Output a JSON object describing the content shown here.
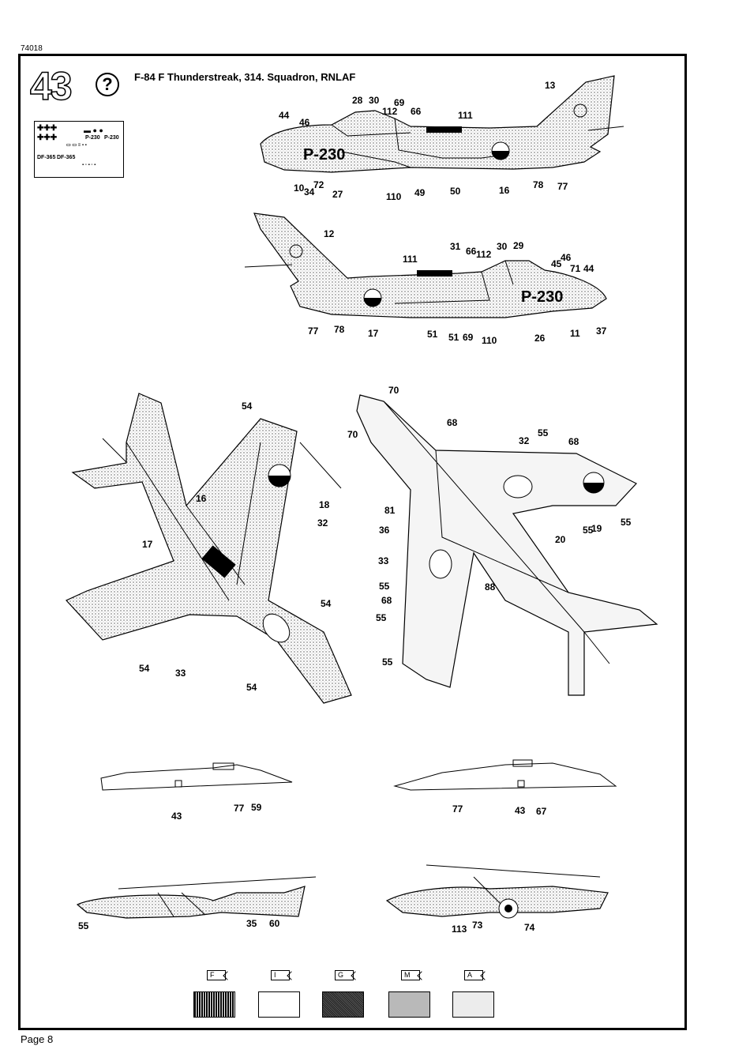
{
  "doc_code": "74018",
  "step": "43",
  "help_symbol": "?",
  "title": "F-84 F Thunderstreak, 314. Squadron, RNLAF",
  "page_label": "Page 8",
  "serial": "P-230",
  "decal_sheet": {
    "codes": [
      "P-230",
      "P-230",
      "DF-365",
      "DF-365"
    ]
  },
  "views": {
    "left_side": [
      "44",
      "46",
      "28",
      "30",
      "112",
      "69",
      "66",
      "111",
      "13",
      "10",
      "34",
      "72",
      "27",
      "110",
      "49",
      "50",
      "16",
      "78",
      "77"
    ],
    "right_side": [
      "12",
      "31",
      "66",
      "112",
      "30",
      "29",
      "111",
      "45",
      "46",
      "71",
      "44",
      "77",
      "78",
      "17",
      "51",
      "51",
      "69",
      "110",
      "26",
      "11",
      "37"
    ],
    "top_view": [
      "54",
      "16",
      "17",
      "18",
      "32",
      "54",
      "54",
      "33",
      "54"
    ],
    "bottom_view": [
      "70",
      "70",
      "68",
      "32",
      "55",
      "68",
      "81",
      "36",
      "55",
      "19",
      "55",
      "20",
      "33",
      "55",
      "68",
      "55",
      "88",
      "55"
    ],
    "detail_1": [
      "43",
      "77",
      "59"
    ],
    "detail_2": [
      "77",
      "43",
      "67"
    ],
    "detail_3": [
      "55",
      "35",
      "60"
    ],
    "detail_4": [
      "113",
      "73",
      "74"
    ]
  },
  "paint_codes": [
    "F",
    "I",
    "G",
    "M",
    "A"
  ],
  "swatch_colors": [
    "#2a2a2a",
    "#ffffff",
    "#3d3d3d",
    "#b9b9b9",
    "#ececec"
  ]
}
